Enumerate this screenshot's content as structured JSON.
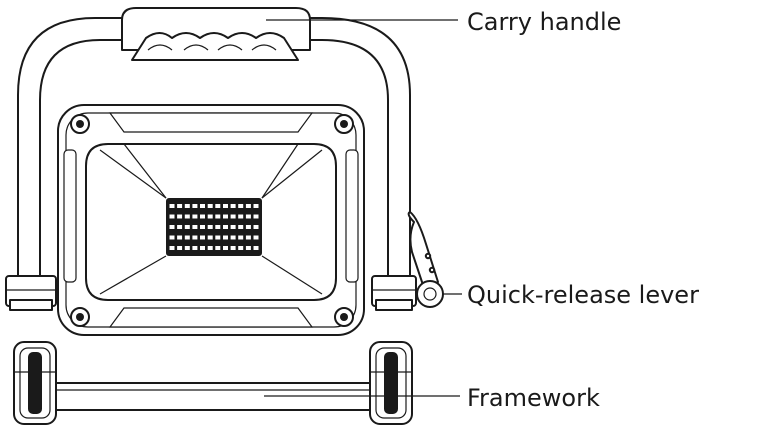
{
  "diagram": {
    "callouts": {
      "carry_handle": "Carry handle",
      "quick_release_lever": "Quick-release lever",
      "framework": "Framework"
    }
  }
}
